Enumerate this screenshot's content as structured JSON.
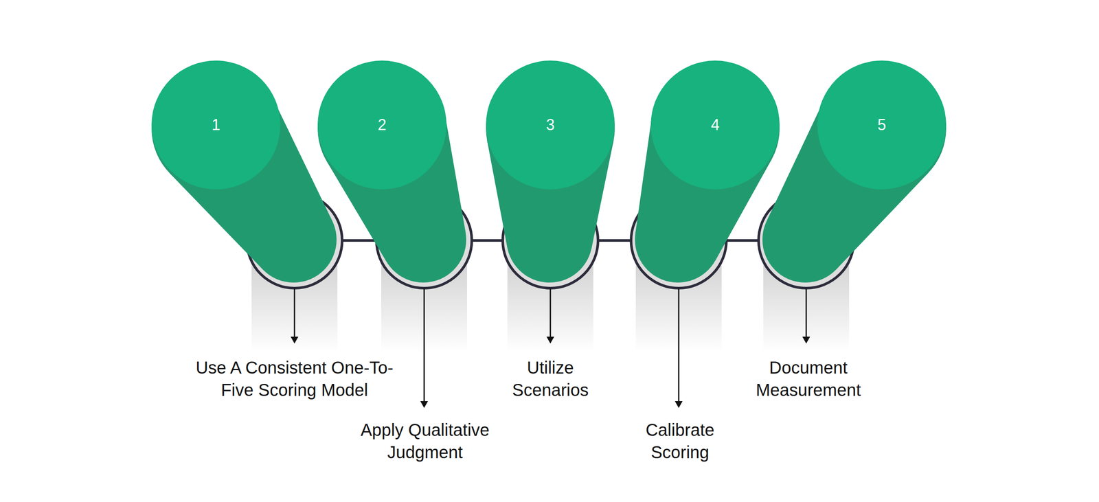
{
  "diagram": {
    "nodes": [
      {
        "text": [
          "1",
          "Use A Consistent One-To-Five Scoring Model"
        ]
      },
      {
        "text": [
          "2",
          "Apply Qualitative Judgment"
        ]
      },
      {
        "text": [
          "3",
          "Utilize Scenarios"
        ]
      },
      {
        "text": [
          "4",
          "Calibrate Scoring"
        ]
      },
      {
        "text": [
          "5",
          "Document Measurement"
        ]
      }
    ],
    "edges": [
      {
        "from": 0,
        "to": 1,
        "arrow": "none"
      },
      {
        "from": 1,
        "to": 2,
        "arrow": "none"
      },
      {
        "from": 2,
        "to": 3,
        "arrow": "none"
      },
      {
        "from": 3,
        "to": 4,
        "arrow": "none"
      }
    ]
  }
}
